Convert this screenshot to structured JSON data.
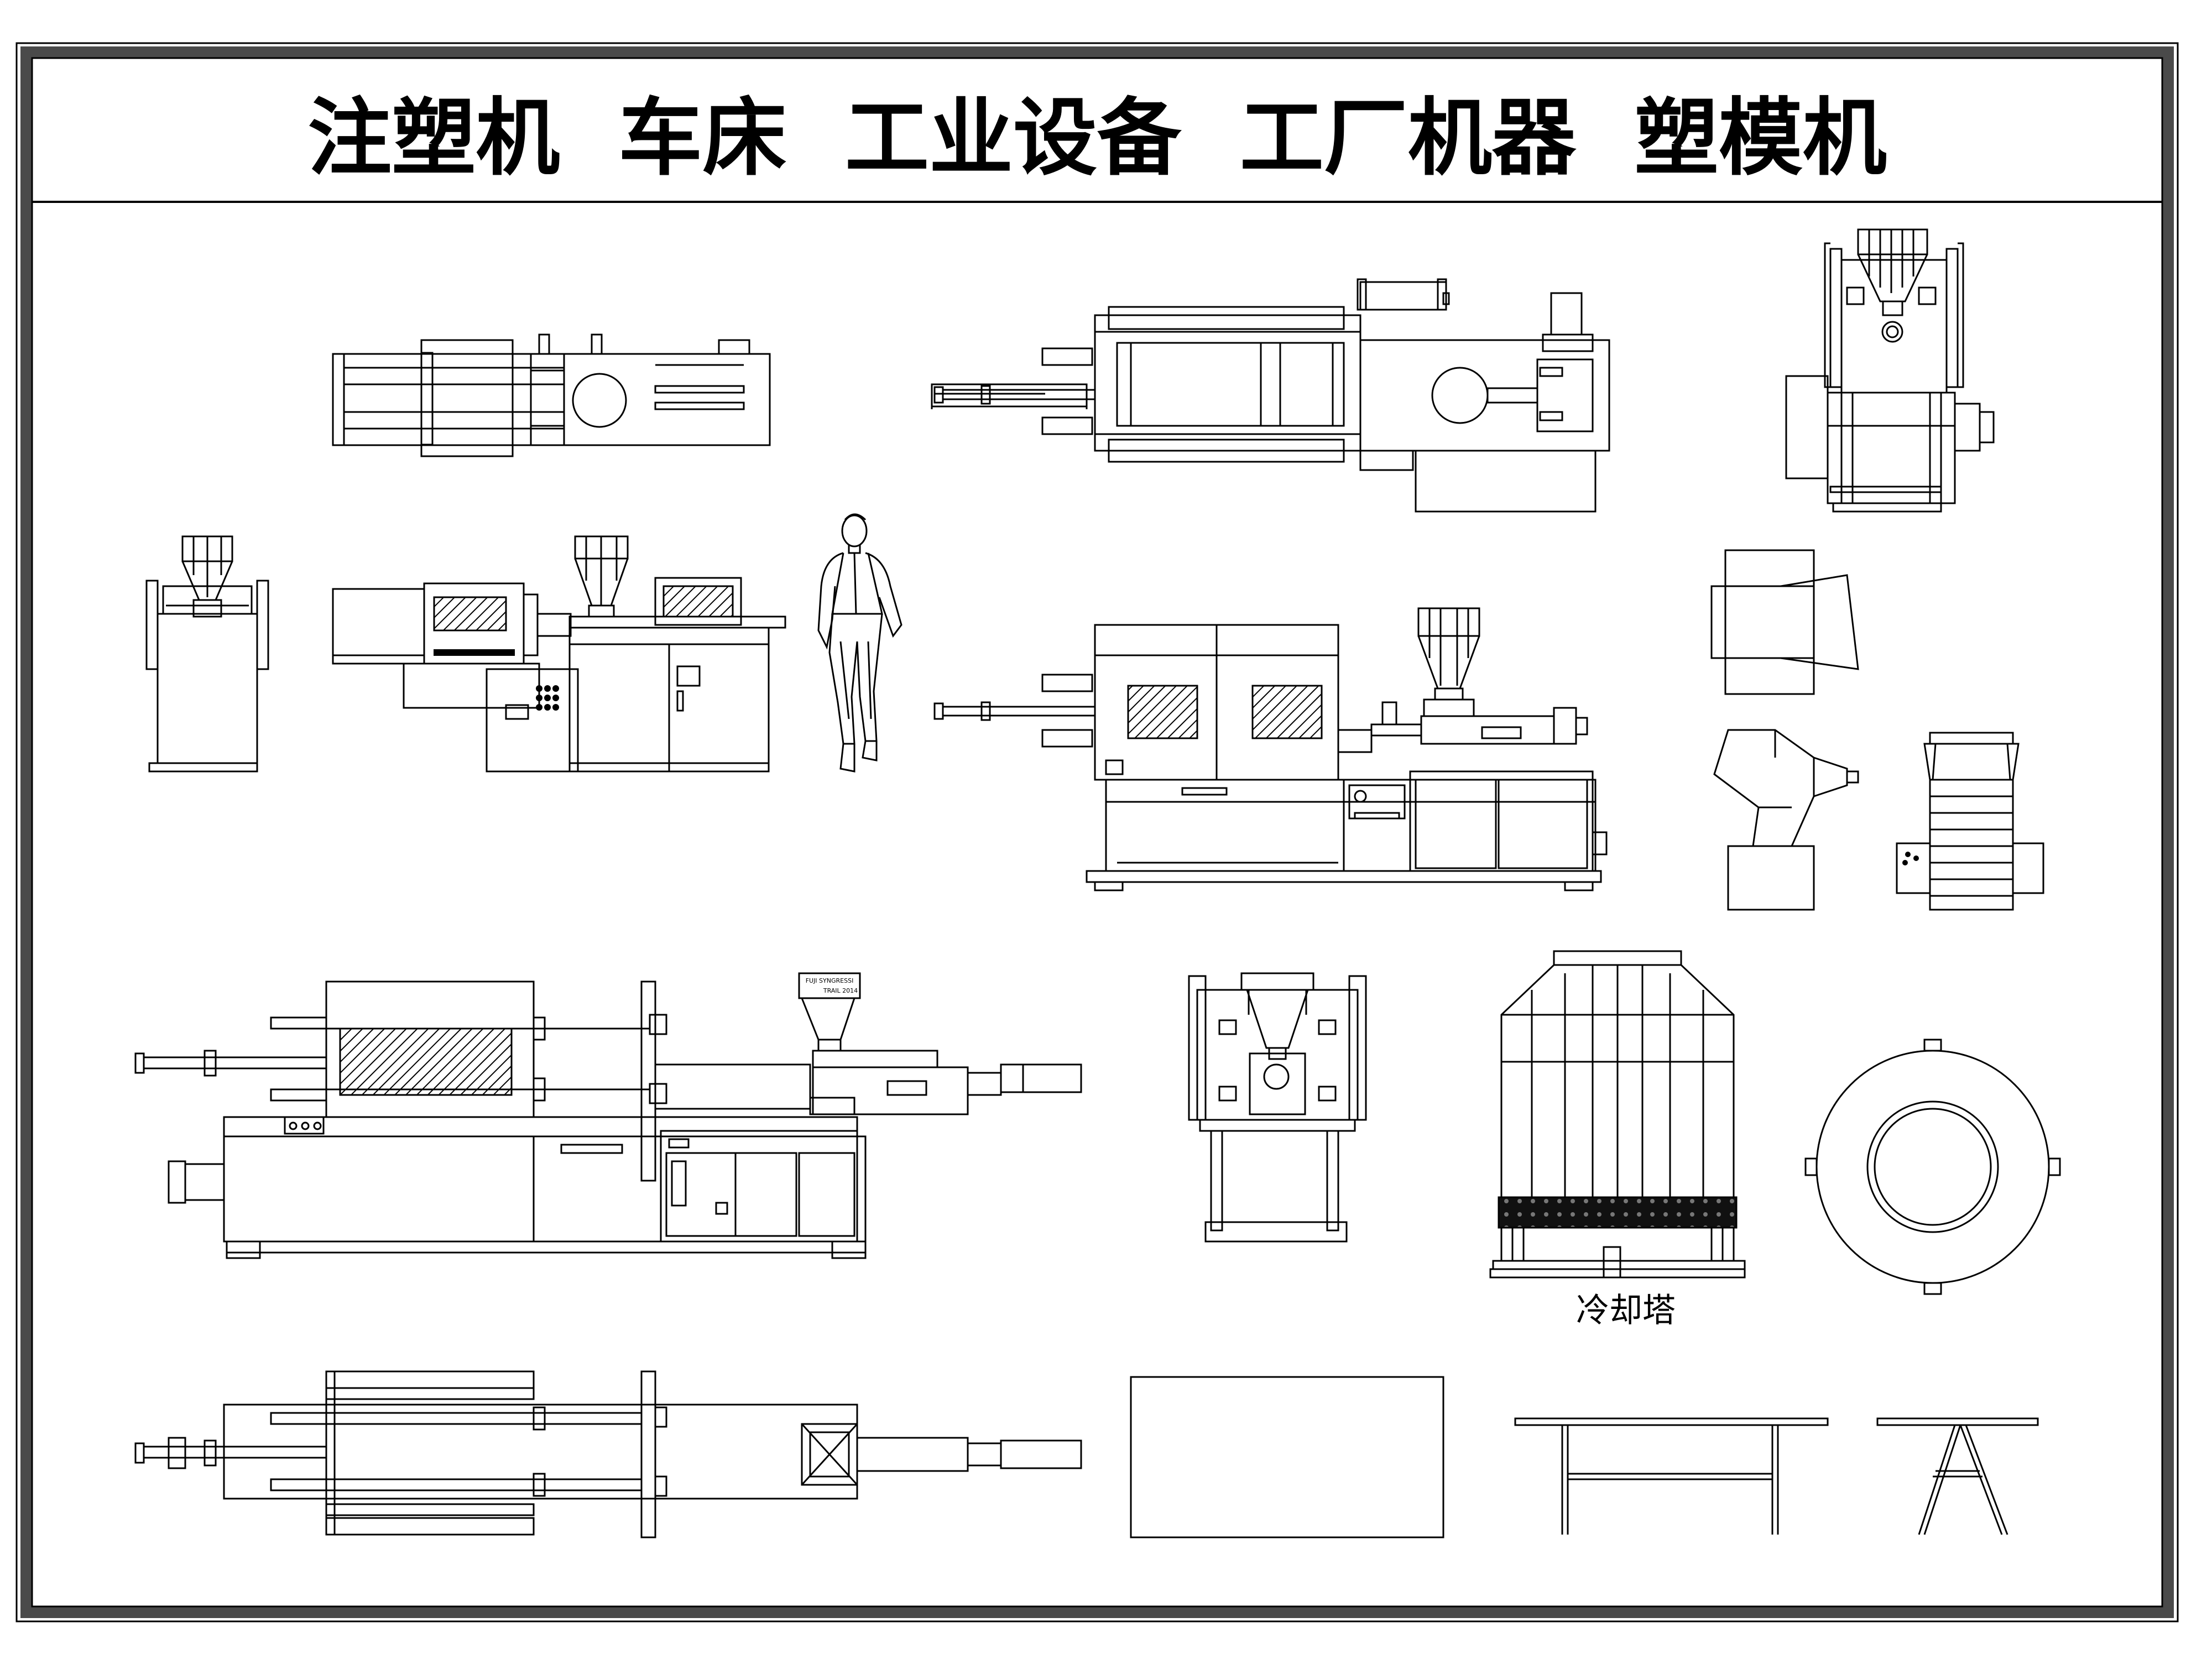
{
  "sheet": {
    "title": "注塑机  车床  工业设备  工厂机器  塑模机",
    "cooling_tower_label": "冷却塔",
    "nameplate_line1": "FUJI SYNGRESSI",
    "nameplate_line2": "TRAIL 2014"
  },
  "colors": {
    "line": "#000000",
    "frame": "#4a4a4a",
    "background": "#ffffff"
  }
}
